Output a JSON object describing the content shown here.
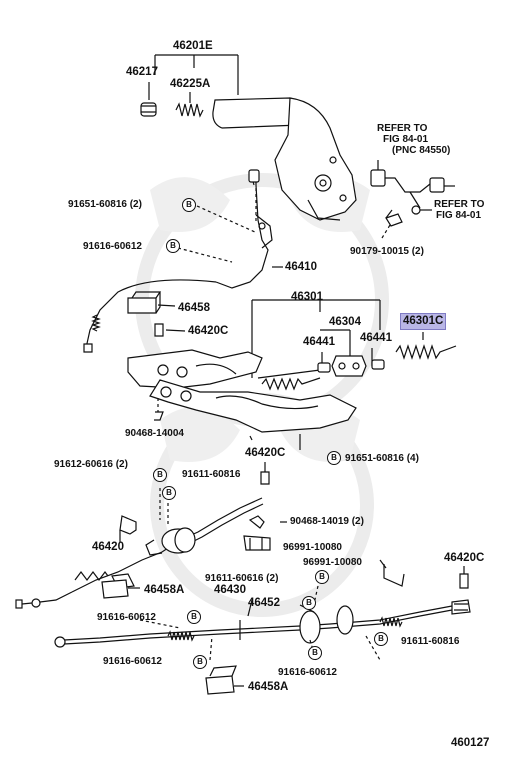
{
  "part_numbers": {
    "p46201E": "46201E",
    "p46217": "46217",
    "p46225A": "46225A",
    "p91651_top": "91651-60816 (2)",
    "p91616_top": "91616-60612",
    "p46410": "46410",
    "p46458": "46458",
    "p46420C_1": "46420C",
    "p46301": "46301",
    "p46304": "46304",
    "p46441_a": "46441",
    "p46441_b": "46441",
    "p46301C": "46301C",
    "p90179": "90179-10015 (2)",
    "p90468_a": "90468-14004",
    "p46420C_2": "46420C",
    "p91651_4": "91651-60816 (4)",
    "p91612": "91612-60616 (2)",
    "p91611_a": "91611-60816",
    "p90468_b": "90468-14019 (2)",
    "p46420": "46420",
    "p96991_a": "96991-10080",
    "p96991_b": "96991-10080",
    "p46458A_1": "46458A",
    "p46420C_3": "46420C",
    "p91611_b": "91611-60616 (2)",
    "p46430": "46430",
    "p46452": "46452",
    "p91616_mid": "91616-60612",
    "p91611_c": "91611-60816",
    "p91616_low": "91616-60612",
    "p91616_bot": "91616-60612",
    "p46458A_2": "46458A"
  },
  "references": {
    "ref1_line1": "REFER TO",
    "ref1_line2": "FIG 84-01",
    "ref1_line3": "(PNC 84550)",
    "ref2_line1": "REFER TO",
    "ref2_line2": "FIG 84-01"
  },
  "marker_letter": "B",
  "highlighted_part": "46301C",
  "diagram_id": "460127",
  "colors": {
    "highlight_fill": "#b9b6e6",
    "highlight_border": "#7f7bc4",
    "ink": "#111111",
    "watermark": "#e9e9e9"
  }
}
